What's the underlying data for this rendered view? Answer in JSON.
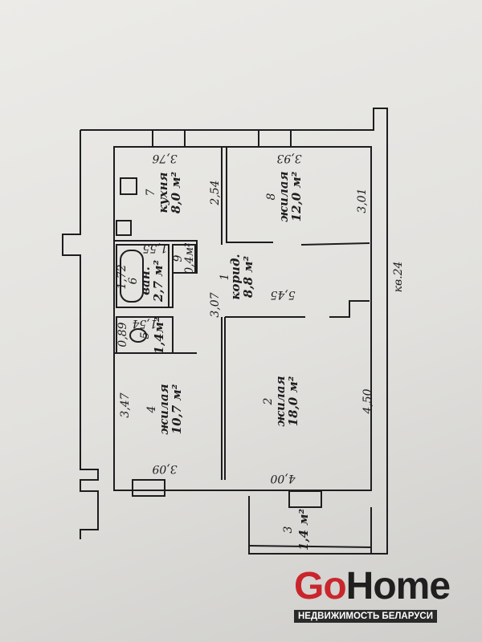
{
  "plan": {
    "apartment_label": "кв.24",
    "rooms": [
      {
        "num": "1",
        "name": "корид.",
        "area": "8,8 м²"
      },
      {
        "num": "2",
        "name": "жилая",
        "area": "18,0 м²"
      },
      {
        "num": "3",
        "area": "1,4 м²"
      },
      {
        "num": "4",
        "name": "жилая",
        "area": "10,7 м²"
      },
      {
        "num": "5",
        "area": "1,4м²"
      },
      {
        "num": "6",
        "name": "ван.",
        "area": "2,7 м²"
      },
      {
        "num": "7",
        "name": "кухня",
        "area": "8,0 м²"
      },
      {
        "num": "8",
        "name": "жилая",
        "area": "12,0 м²"
      },
      {
        "num": "9",
        "area": "0,4м²"
      }
    ],
    "dimensions": {
      "kitchen_top": "3,76",
      "room8_top": "3,93",
      "kitchen_side": "2,54",
      "room8_side": "3,01",
      "bath_len": "1,72",
      "bath_w": "1,55",
      "wc_w": "0,89",
      "wc_len": "1,54",
      "corridor_side": "3,07",
      "corridor_len": "5,45",
      "room4_side": "3,47",
      "room4_bottom": "3,09",
      "room2_side": "4,50",
      "room2_bottom": "4,00"
    }
  },
  "watermark": {
    "brand_go": "Go",
    "brand_home": "Home",
    "tagline": "НЕДВИЖИМОСТЬ БЕЛАРУСИ"
  }
}
